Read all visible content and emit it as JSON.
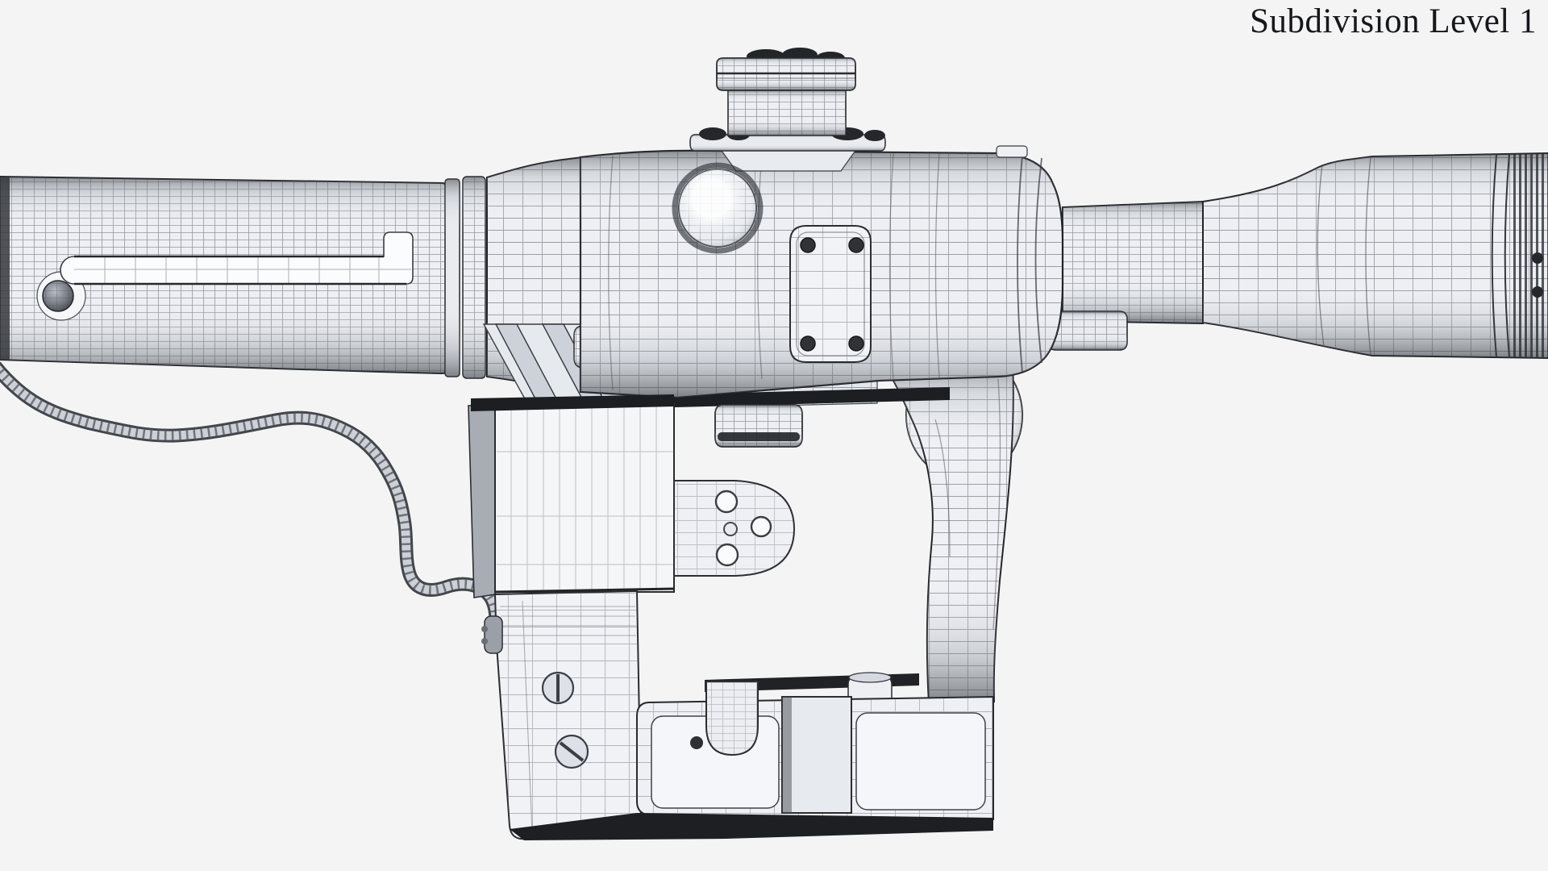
{
  "annotation": {
    "label": "Subdivision Level 1",
    "color": "#16171a",
    "position": "top-right"
  },
  "colors": {
    "background": "#f4f4f5",
    "surface": "#edeff3",
    "wireframe_line": "#4b4e55",
    "silhouette": "#202226",
    "shadow_dark": "#1d1e21",
    "slot_white": "#fbfcfd",
    "screw_dark": "#2e3034"
  },
  "scene": {
    "object": "sniper-rifle-scope-with-side-mount",
    "render_style": "subdivision-wireframe-preview",
    "view": "left-side"
  },
  "parts": {
    "eyepiece_tube": "eyepiece tube with eyecup slot",
    "slot_pin": "pin inside eyecup slot",
    "tube_end_rings": "raised rings at tube end",
    "main_body": "central scope housing",
    "elevation_turret": "elevation turret stack (cap, drum, flange)",
    "battery_knob": "round illumination / battery knob",
    "access_plate": "rectangular access plate with four screws",
    "relay_tube": "narrow relay tube",
    "objective_bell": "flared objective bell with knurled ring",
    "illumination_cable": "flexible illumination cable",
    "cable_connector": "cable end connector",
    "mount_block": "side-mount battery box",
    "clamp_lug": "clamp lug with lightening holes",
    "mount_arms": "front and rear mount arms with slotted screws",
    "mount_rail": "dovetail rail foot with clamp hook",
    "clamp_drum": "clamp drum and lever knob"
  }
}
